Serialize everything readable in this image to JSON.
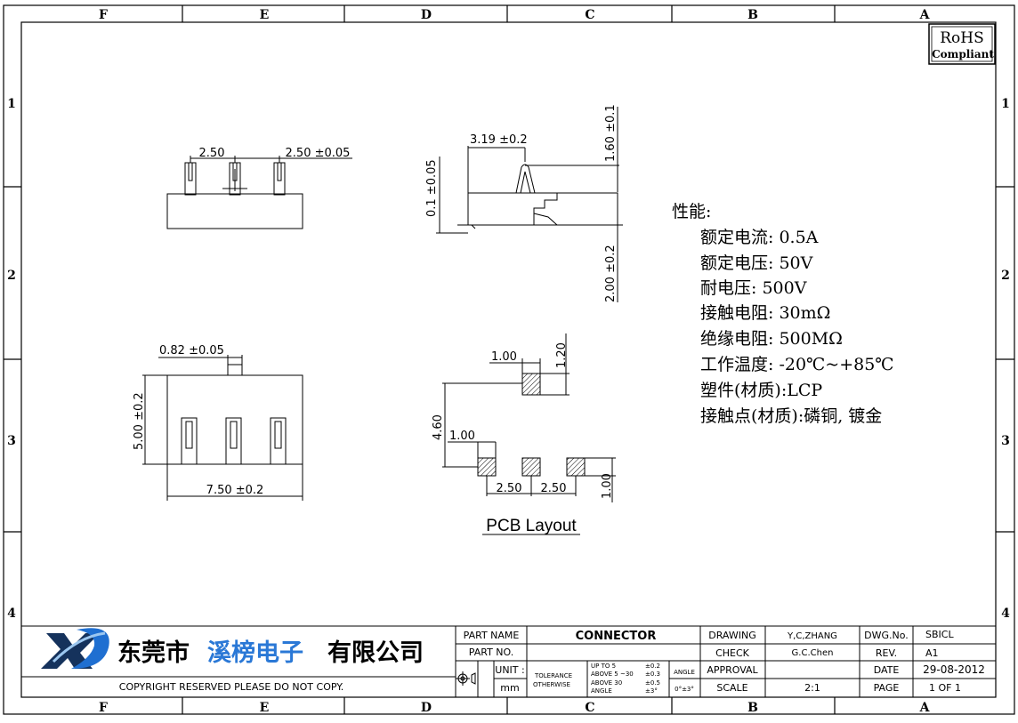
{
  "frame": {
    "columns_top": [
      "F",
      "E",
      "D",
      "C",
      "B",
      "A"
    ],
    "columns_bottom": [
      "F",
      "E",
      "D",
      "C",
      "B",
      "A"
    ],
    "rows_left": [
      "1",
      "2",
      "3",
      "4"
    ],
    "rows_right": [
      "1",
      "2",
      "3",
      "4"
    ]
  },
  "rohs": {
    "line1": "RoHS",
    "line2": "Compliant"
  },
  "views": {
    "front": {
      "dim_pitch_a": "2.50",
      "dim_pitch_b": "2.50 ±0.05"
    },
    "side": {
      "dim_depth": "3.19 ±0.2",
      "dim_offset": "0.1 ±0.05",
      "dim_pin_height": "1.60 ±0.1",
      "dim_body_height": "2.00 ±0.2"
    },
    "bottom": {
      "dim_pin_width": "0.82 ±0.05",
      "dim_height": "5.00 ±0.2",
      "dim_width": "7.50 ±0.2"
    },
    "pcb": {
      "dim_pad_w_top": "1.00",
      "dim_pad_h_top": "1.20",
      "dim_pad_w_left": "1.00",
      "dim_span": "4.60",
      "dim_pitch_a": "2.50",
      "dim_pitch_b": "2.50",
      "dim_pad_h_right": "1.00",
      "caption": "PCB Layout"
    }
  },
  "specs": {
    "heading": "性能:",
    "items": [
      "额定电流: 0.5A",
      "额定电压: 50V",
      "耐电压: 500V",
      "接触电阻: 30mΩ",
      "绝缘电阻: 500MΩ",
      "工作温度: -20℃~+85℃",
      "塑件(材质):LCP",
      "接触点(材质):磷铜, 镀金"
    ]
  },
  "title_block": {
    "company_a": "东莞市",
    "company_b": "溪榜电子",
    "company_c": "有限公司",
    "copyright": "COPYRIGHT  RESERVED PLEASE  DO  NOT  COPY.",
    "part_name_label": "PART  NAME",
    "part_name_value": "CONNECTOR",
    "part_no_label": "PART  NO.",
    "part_no_value": "",
    "unit_label": "UNIT :",
    "unit_value": "mm",
    "tolerance_a": "TOLERANCE",
    "tolerance_b": "OTHERWISE",
    "tol_r1_label": "UP TO 5",
    "tol_r1_value": "±0.2",
    "tol_r2_label": "ABOVE 5 ~30",
    "tol_r2_value": "±0.3",
    "tol_r3_label": "ABOVE 30",
    "tol_r3_value": "±0.5",
    "tol_r4_label": "ANGLE",
    "tol_r4_value": "±3°",
    "angle_label": "ANGLE",
    "angle_value": "0°±3°",
    "drawing_label": "DRAWING",
    "drawing_value": "Y,C,ZHANG",
    "check_label": "CHECK",
    "check_value": "G.C.Chen",
    "approval_label": "APPROVAL",
    "approval_value": "",
    "scale_label": "SCALE",
    "scale_value": "2:1",
    "dwg_label": "DWG.No.",
    "dwg_value": "SBICL",
    "rev_label": "REV.",
    "rev_value": "A1",
    "date_label": "DATE",
    "date_value": "29-08-2012",
    "page_label": "PAGE",
    "page_value": "1  OF  1"
  },
  "colors": {
    "line": "#000000",
    "logo_blue": "#1f6fd1",
    "logo_dark": "#15325c",
    "company_blue": "#2a78d6"
  }
}
